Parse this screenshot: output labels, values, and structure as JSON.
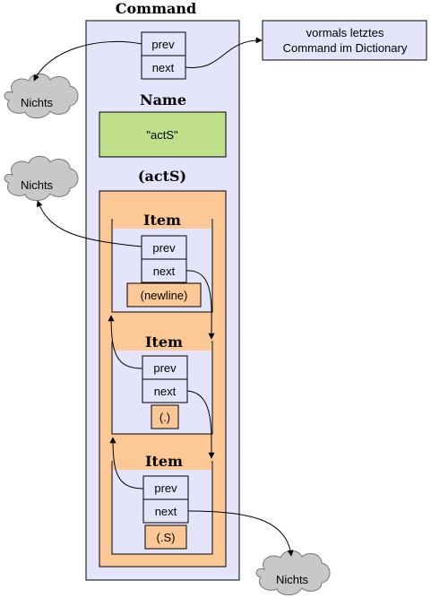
{
  "diagram": {
    "command_title": "Command",
    "name_title": "Name",
    "name_value": "\"actS\"",
    "list_title": "(actS)",
    "command_prev": "prev",
    "command_next": "next",
    "info_box": {
      "line1": "vormals letztes",
      "line2": "Command im Dictionary"
    },
    "clouds": [
      "Nichts",
      "Nichts",
      "Nichts"
    ],
    "items": [
      {
        "title": "Item",
        "prev": "prev",
        "next": "next",
        "value": "(newline)"
      },
      {
        "title": "Item",
        "prev": "prev",
        "next": "next",
        "value": "(.)"
      },
      {
        "title": "Item",
        "prev": "prev",
        "next": "next",
        "value": "(.S)"
      }
    ],
    "colors": {
      "command_fill": "#e4e4fb",
      "name_fill": "#bfdf8a",
      "list_fill": "#fcc895",
      "item_fill": "#fcc895",
      "pointer_fill": "#e4e4fb",
      "cloud_fill": "#c8c8c8"
    }
  }
}
